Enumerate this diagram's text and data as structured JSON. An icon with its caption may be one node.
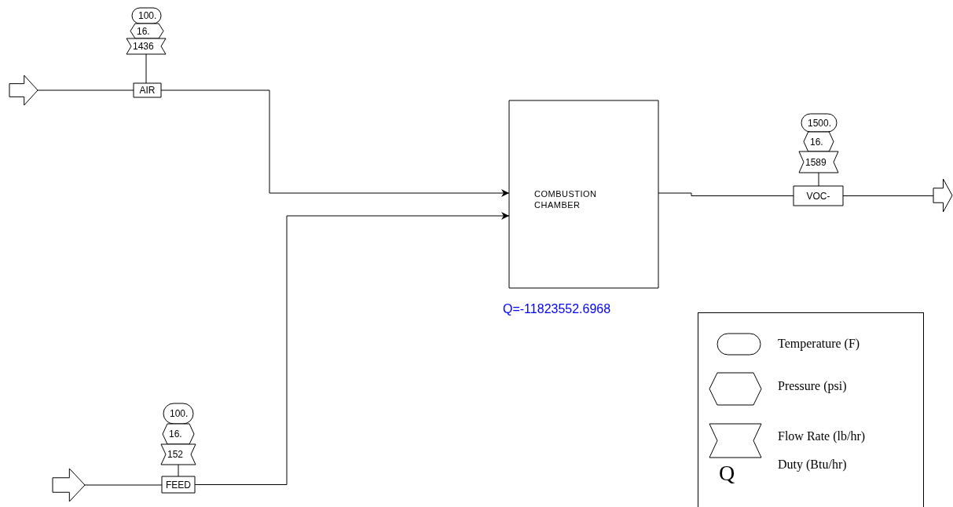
{
  "diagram": {
    "nodes": [
      {
        "text": [],
        "shape": "arrow"
      },
      {
        "text": [
          "AIR"
        ]
      },
      {
        "text": [
          "100."
        ]
      },
      {
        "text": [
          "16."
        ]
      },
      {
        "text": [
          "1436"
        ]
      },
      {
        "text": [],
        "shape": "arrow"
      },
      {
        "text": [
          "FEED"
        ]
      },
      {
        "text": [
          "100."
        ]
      },
      {
        "text": [
          "16."
        ]
      },
      {
        "text": [
          "152"
        ]
      },
      {
        "text": [
          "COMBUSTION CHAMBER"
        ],
        "beside": [
          "Q=-11823552.6968"
        ]
      },
      {
        "text": [
          "VOC-"
        ]
      },
      {
        "text": [
          "1500."
        ]
      },
      {
        "text": [
          "16."
        ]
      },
      {
        "text": [
          "1589"
        ]
      },
      {
        "text": [],
        "shape": "arrow"
      }
    ],
    "edges": [
      {
        "from": 0,
        "to": 1,
        "arrow": "none"
      },
      {
        "from": 1,
        "to": 10,
        "arrow": "to"
      },
      {
        "from": 4,
        "to": 1,
        "arrow": "none"
      },
      {
        "from": 5,
        "to": 6,
        "arrow": "none"
      },
      {
        "from": 6,
        "to": 10,
        "arrow": "to"
      },
      {
        "from": 9,
        "to": 6,
        "arrow": "none"
      },
      {
        "from": 10,
        "to": 11,
        "arrow": "none"
      },
      {
        "from": 14,
        "to": 11,
        "arrow": "none"
      },
      {
        "from": 11,
        "to": 15,
        "arrow": "none"
      }
    ],
    "labels": [
      "Q"
    ],
    "legend": [
      {
        "text": "Temperature (F)"
      },
      {
        "text": "Pressure (psi)"
      },
      {
        "text": "Flow Rate (lb/hr)"
      },
      {
        "text": "Duty (Btu/hr)"
      }
    ]
  }
}
